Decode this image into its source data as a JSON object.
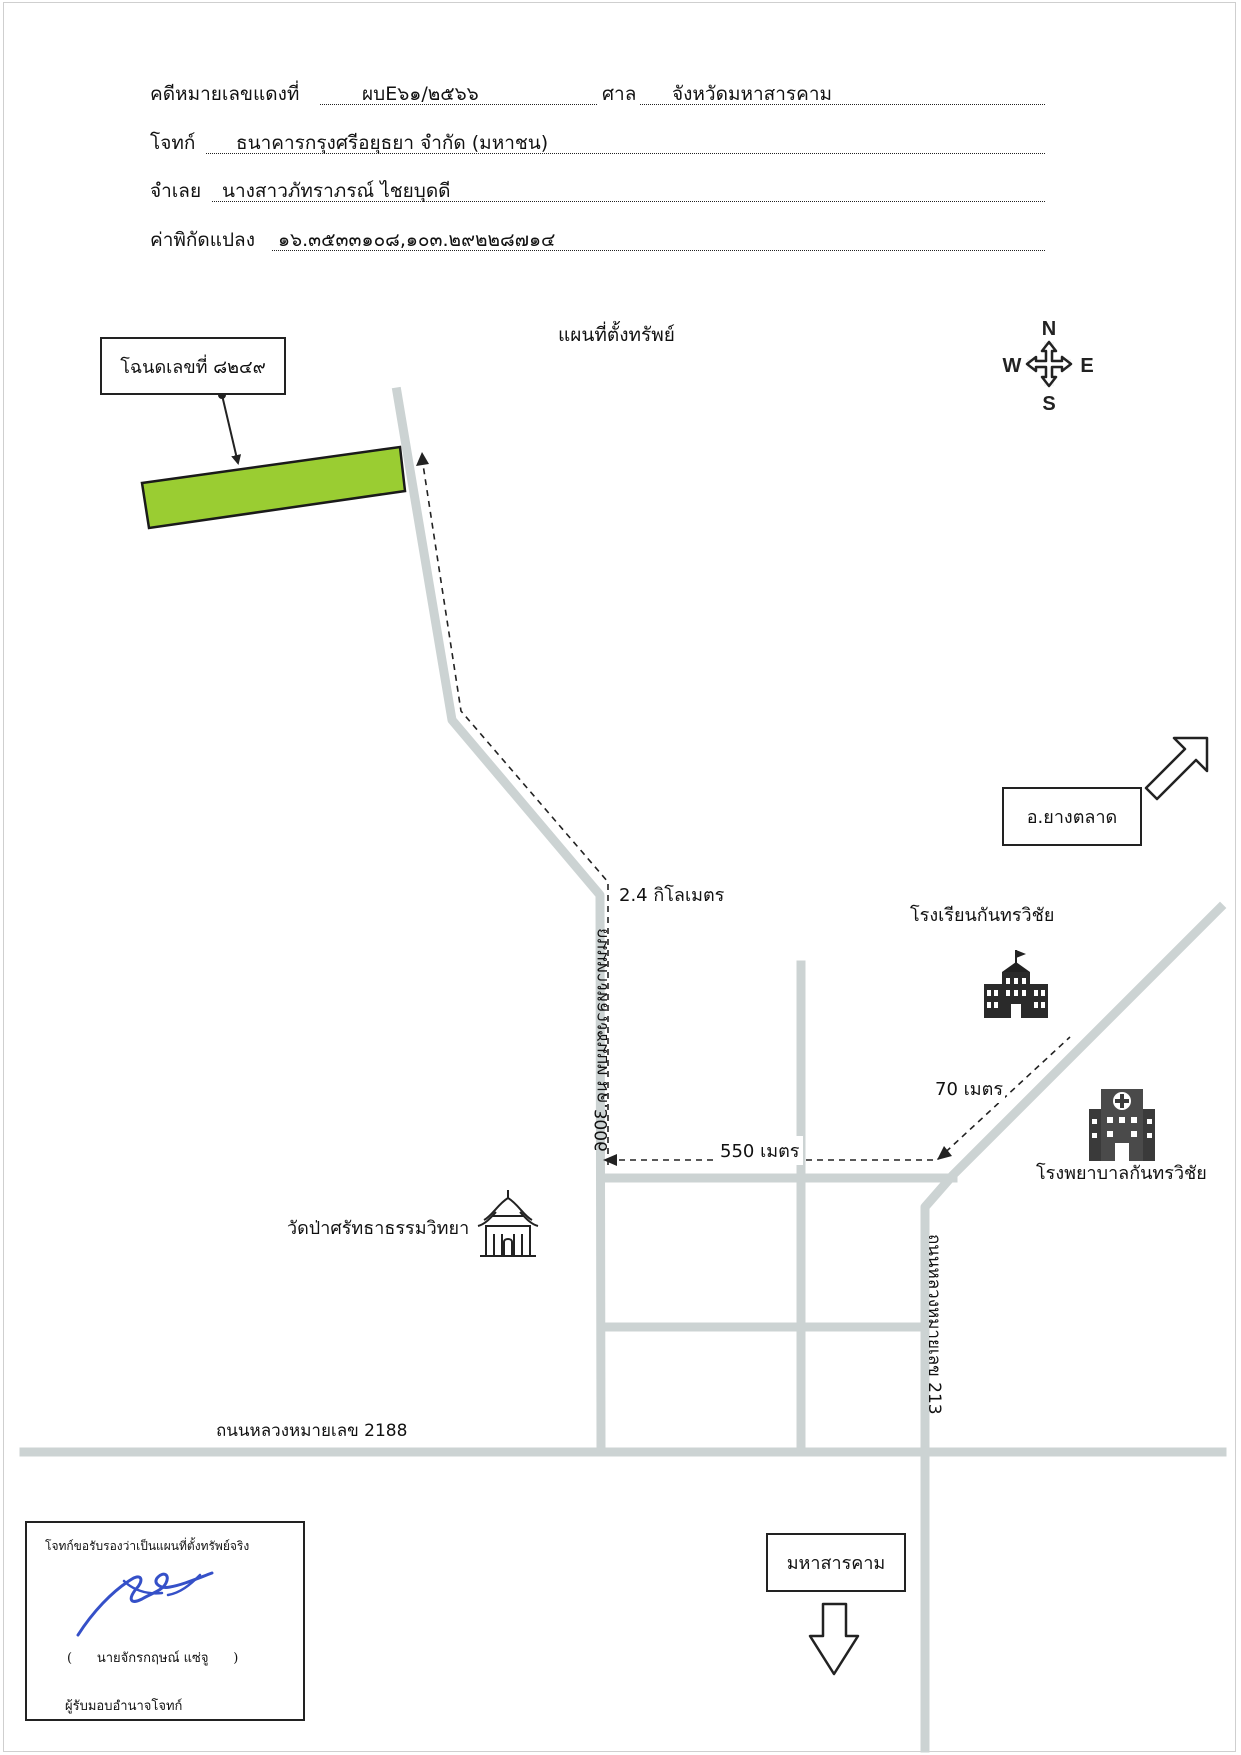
{
  "header": {
    "red_case_label": "คดีหมายเลขแดงที่",
    "red_case_value": "ผบE๖๑/๒๕๖๖",
    "court_label": "ศาล",
    "court_value": "จังหวัดมหาสารคาม",
    "plaintiff_label": "โจทก์",
    "plaintiff_value": "ธนาคารกรุงศรีอยุธยา จำกัด (มหาชน)",
    "defendant_label": "จำเลย",
    "defendant_value": "นางสาวภัทราภรณ์ ไชยบุดดี",
    "coord_label": "ค่าพิกัดแปลง",
    "coord_value": "๑๖.๓๕๓๓๑๐๘,๑๐๓.๒๙๒๒๘๗๑๔"
  },
  "map": {
    "title": "แผนที่ตั้งทรัพย์",
    "deed_label": "โฉนดเลขที่ ๘๒๔๙",
    "compass": {
      "n": "N",
      "s": "S",
      "e": "E",
      "w": "W"
    },
    "district_label": "อ.ยางตลาด",
    "province_label": "มหาสารคาม",
    "distance_road": "2.4 กิโลเมตร",
    "distance_550": "550 เมตร",
    "distance_70": "70 เมตร",
    "school": "โรงเรียนกันทรวิชัย",
    "hospital": "โรงพยาบาลกันทรวิชัย",
    "temple": "วัดป่าศรัทธาธรรมวิทยา",
    "road_3006": "ถนนทางหลวงชนบท มค.3006",
    "road_213": "ถนนหลวงหมายเลข 213",
    "road_2188": "ถนนหลวงหมายเลข 2188",
    "colors": {
      "parcel": "#9acd32",
      "road": "#ccd3d3"
    }
  },
  "certification": {
    "statement": "โจทก์ขอรับรองว่าเป็นแผนที่ตั้งทรัพย์จริง",
    "signer": "(      นายจักรกฤษณ์ แซ่จู      )",
    "role": "ผู้รับมอบอำนาจโจทก์"
  }
}
